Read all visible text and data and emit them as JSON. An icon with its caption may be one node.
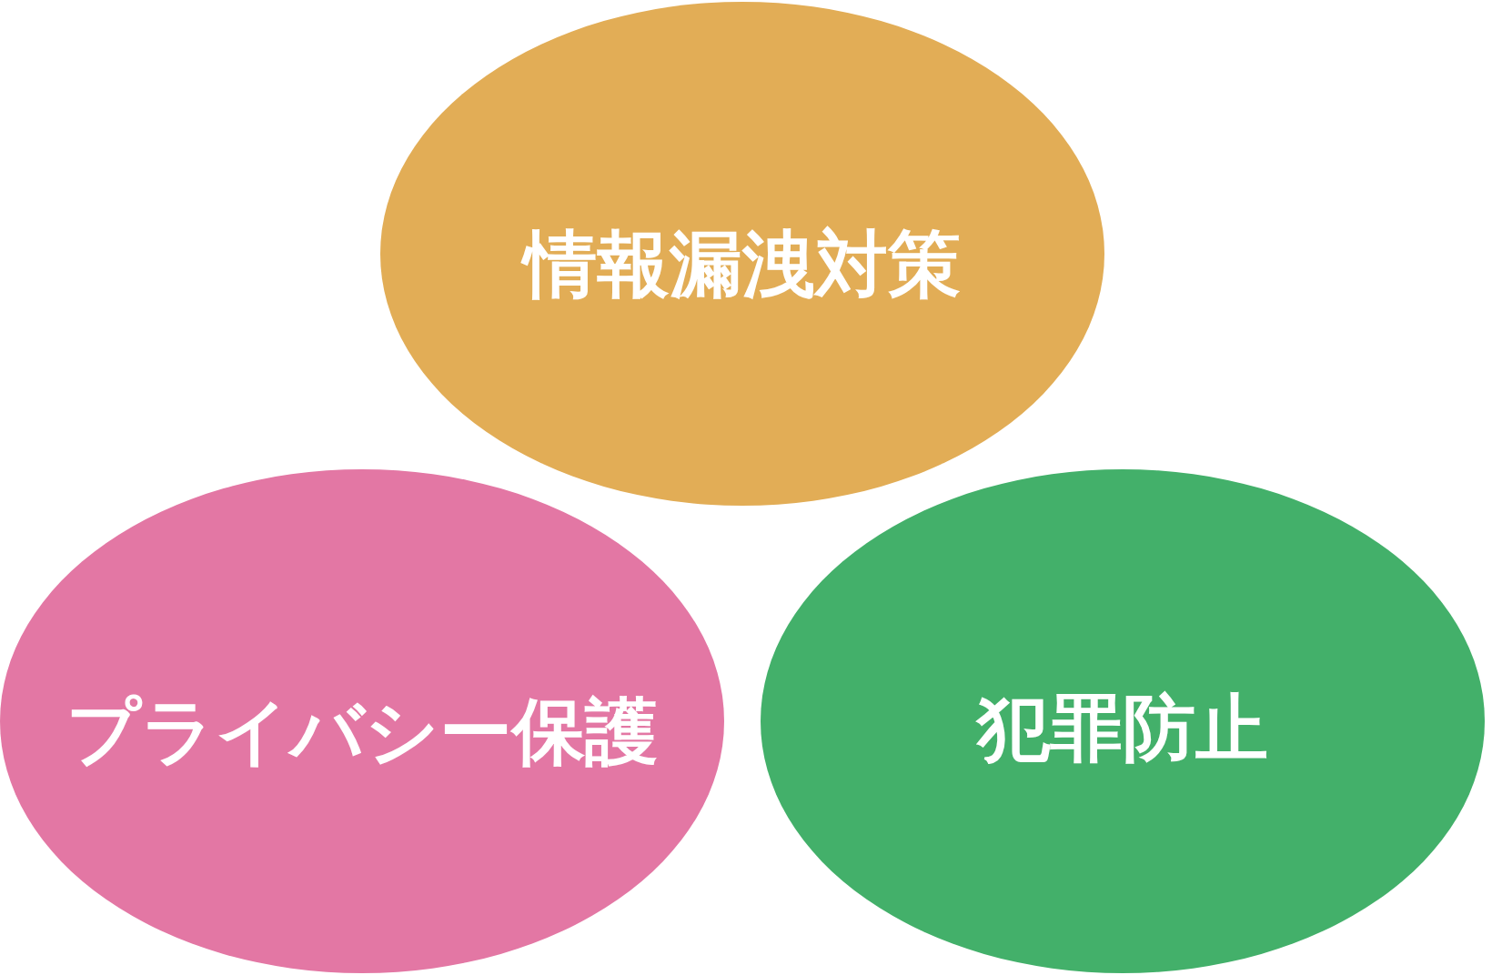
{
  "diagram": {
    "nodes": [
      {
        "text": [
          "情報漏洩対策"
        ]
      },
      {
        "text": [
          "プライバシー保護"
        ]
      },
      {
        "text": [
          "犯罪防止"
        ]
      }
    ]
  }
}
